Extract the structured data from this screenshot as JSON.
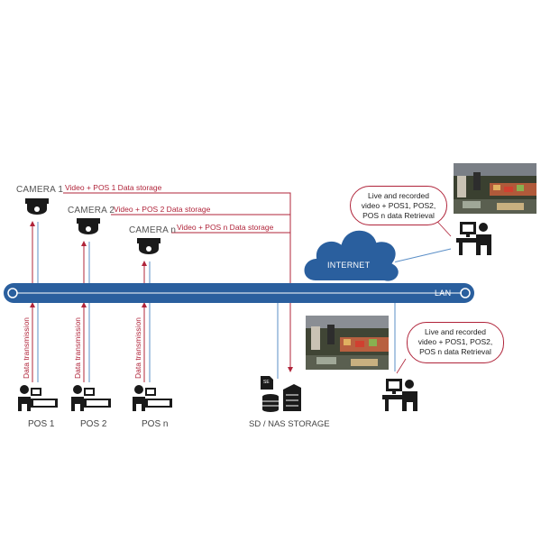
{
  "cameras": [
    {
      "label": "CAMERA 1",
      "flow": "Video + POS 1 Data storage"
    },
    {
      "label": "CAMERA 2",
      "flow": "Video + POS 2 Data storage"
    },
    {
      "label": "CAMERA n",
      "flow": "Video + POS n Data storage"
    }
  ],
  "pos": [
    {
      "label": "POS 1",
      "transmission": "Data transmission"
    },
    {
      "label": "POS 2",
      "transmission": "Data transmission"
    },
    {
      "label": "POS n",
      "transmission": "Data transmission"
    }
  ],
  "network": {
    "internet": "INTERNET",
    "lan": "LAN"
  },
  "storage": {
    "label": "SD / NAS STORAGE",
    "card_text": "SE"
  },
  "clients": [
    {
      "bubble": "Live and recorded video + POS1, POS2, POS n data Retrieval"
    },
    {
      "bubble": "Live and recorded video + POS1, POS2, POS n data Retrieval"
    }
  ],
  "colors": {
    "lan": "#2a5f9e",
    "flow": "#b0243a",
    "uplink": "#5b8fc7",
    "icon": "#1a1a1a"
  }
}
